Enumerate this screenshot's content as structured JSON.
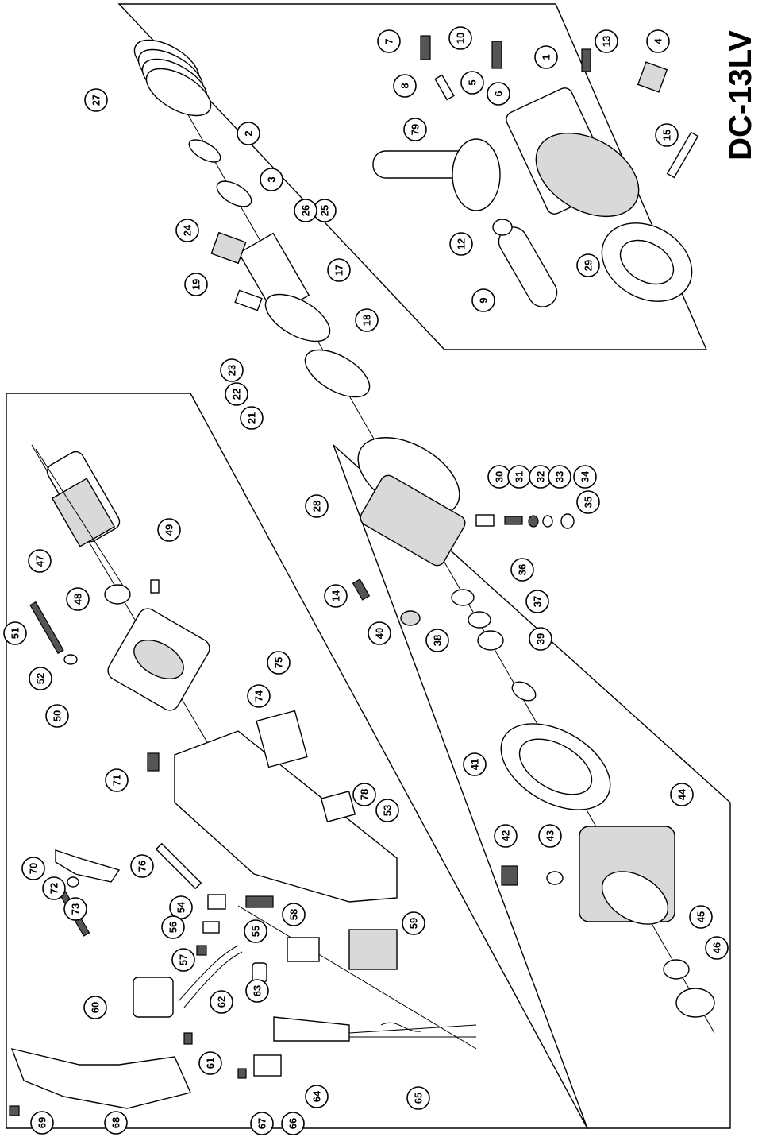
{
  "model": "DC-13LV",
  "callouts": [
    {
      "n": "1"
    },
    {
      "n": "2"
    },
    {
      "n": "3"
    },
    {
      "n": "4"
    },
    {
      "n": "5"
    },
    {
      "n": "6"
    },
    {
      "n": "7"
    },
    {
      "n": "8"
    },
    {
      "n": "9"
    },
    {
      "n": "10"
    },
    {
      "n": "12"
    },
    {
      "n": "13"
    },
    {
      "n": "14"
    },
    {
      "n": "15"
    },
    {
      "n": "17"
    },
    {
      "n": "18"
    },
    {
      "n": "19"
    },
    {
      "n": "21"
    },
    {
      "n": "22"
    },
    {
      "n": "23"
    },
    {
      "n": "24"
    },
    {
      "n": "25"
    },
    {
      "n": "26"
    },
    {
      "n": "27"
    },
    {
      "n": "28"
    },
    {
      "n": "29"
    },
    {
      "n": "30"
    },
    {
      "n": "31"
    },
    {
      "n": "32"
    },
    {
      "n": "33"
    },
    {
      "n": "34"
    },
    {
      "n": "35"
    },
    {
      "n": "36"
    },
    {
      "n": "37"
    },
    {
      "n": "38"
    },
    {
      "n": "39"
    },
    {
      "n": "40"
    },
    {
      "n": "41"
    },
    {
      "n": "42"
    },
    {
      "n": "43"
    },
    {
      "n": "44"
    },
    {
      "n": "45"
    },
    {
      "n": "46"
    },
    {
      "n": "47"
    },
    {
      "n": "48"
    },
    {
      "n": "49"
    },
    {
      "n": "50"
    },
    {
      "n": "51"
    },
    {
      "n": "52"
    },
    {
      "n": "53"
    },
    {
      "n": "54"
    },
    {
      "n": "55"
    },
    {
      "n": "56"
    },
    {
      "n": "57"
    },
    {
      "n": "58"
    },
    {
      "n": "59"
    },
    {
      "n": "60"
    },
    {
      "n": "61"
    },
    {
      "n": "62"
    },
    {
      "n": "63"
    },
    {
      "n": "64"
    },
    {
      "n": "65"
    },
    {
      "n": "66"
    },
    {
      "n": "67"
    },
    {
      "n": "68"
    },
    {
      "n": "69"
    },
    {
      "n": "70"
    },
    {
      "n": "71"
    },
    {
      "n": "72"
    },
    {
      "n": "73"
    },
    {
      "n": "74"
    },
    {
      "n": "75"
    },
    {
      "n": "76"
    },
    {
      "n": "78"
    },
    {
      "n": "79"
    }
  ]
}
